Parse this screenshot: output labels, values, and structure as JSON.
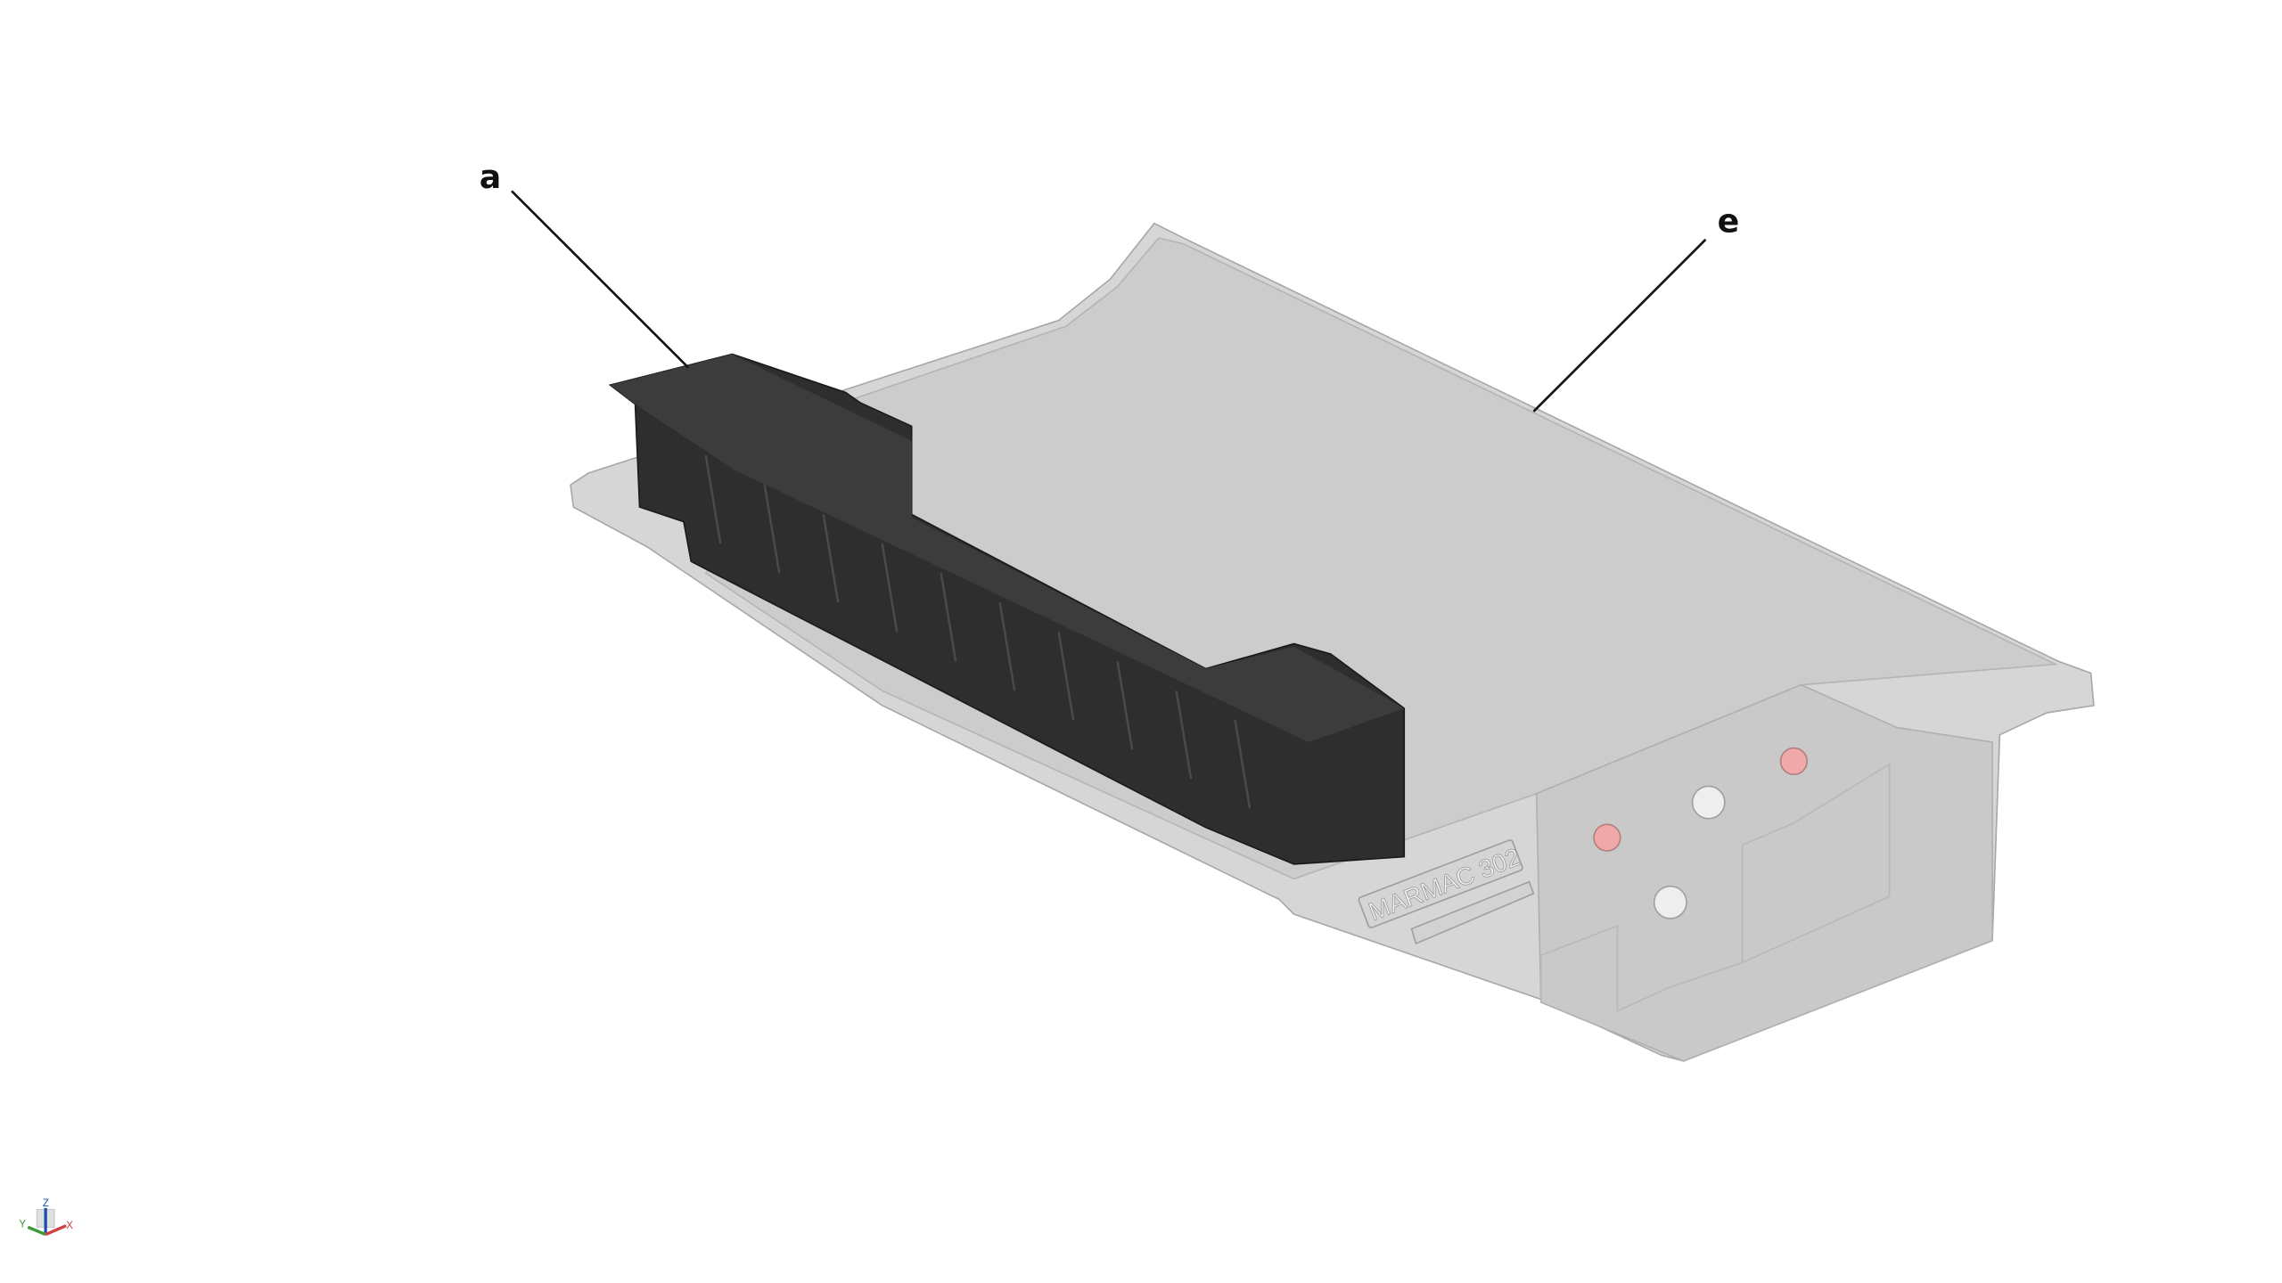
{
  "callouts": {
    "a": "a",
    "e": "e"
  },
  "nameplate": "MARMAC 302",
  "axis_triad": {
    "x": "X",
    "y": "Y",
    "z": "Z"
  },
  "colors": {
    "body": "#cfcfcf",
    "body_edge": "#a8a8a8",
    "part_a": "#2e2e2e",
    "button_red": "#f0a8a8",
    "axis_x": "#d04040",
    "axis_y": "#3a9a3a",
    "axis_z": "#1a4fb0"
  }
}
